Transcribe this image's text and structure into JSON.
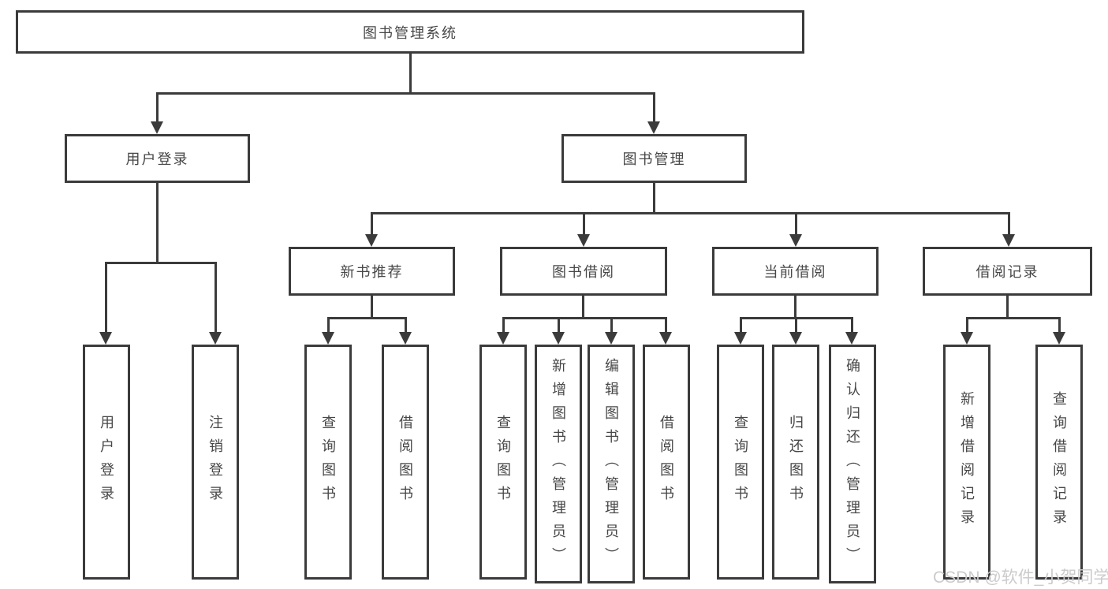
{
  "tree": {
    "root": "图书管理系统",
    "children": [
      {
        "label": "用户登录",
        "children": [
          {
            "label": "用户登录"
          },
          {
            "label": "注销登录"
          }
        ]
      },
      {
        "label": "图书管理",
        "children": [
          {
            "label": "新书推荐",
            "children": [
              {
                "label": "查询图书"
              },
              {
                "label": "借阅图书"
              }
            ]
          },
          {
            "label": "图书借阅",
            "children": [
              {
                "label": "查询图书"
              },
              {
                "label": "新增图书（管理员）"
              },
              {
                "label": "编辑图书（管理员）"
              },
              {
                "label": "借阅图书"
              }
            ]
          },
          {
            "label": "当前借阅",
            "children": [
              {
                "label": "查询图书"
              },
              {
                "label": "归还图书"
              },
              {
                "label": "确认归还（管理员）"
              }
            ]
          },
          {
            "label": "借阅记录",
            "children": [
              {
                "label": "新增借阅记录"
              },
              {
                "label": "查询借阅记录"
              }
            ]
          }
        ]
      }
    ]
  },
  "watermark": {
    "text": "CSDN @软件_小贺同学"
  },
  "colors": {
    "line": "#3b3b3b",
    "text": "#474747",
    "background": "#ffffff",
    "watermark": "#cbcbcb"
  }
}
